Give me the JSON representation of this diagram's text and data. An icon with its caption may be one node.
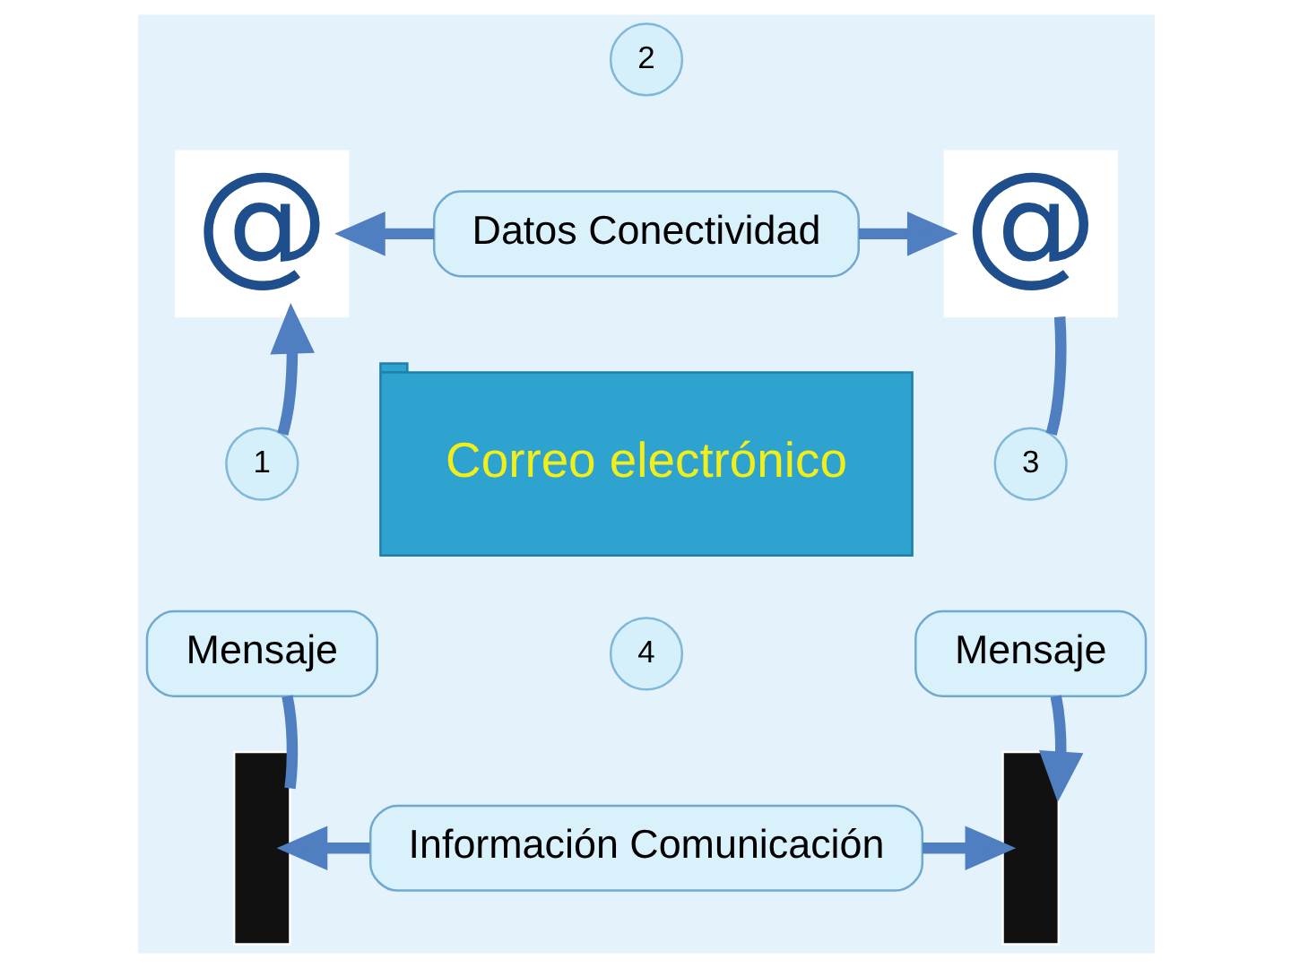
{
  "diagram": {
    "nodes": [
      {
        "text": [
          "@"
        ]
      },
      {
        "text": [
          "2"
        ]
      },
      {
        "text": [
          "Datos Conectividad"
        ]
      },
      {
        "text": [
          "@"
        ]
      },
      {
        "text": [
          "3"
        ]
      },
      {
        "text": [
          "Mensaje"
        ]
      },
      {
        "text": [
          "1"
        ]
      },
      {
        "text": [
          "Mensaje"
        ]
      },
      {
        "text": [
          "Correo electrónico"
        ]
      },
      {
        "text": [],
        "shape": "person"
      },
      {
        "text": [
          "4"
        ]
      },
      {
        "text": [
          "Información Comunicación"
        ]
      },
      {
        "text": [],
        "shape": "person"
      }
    ],
    "edges": [
      {
        "from": 2,
        "to": 0,
        "arrow": "to"
      },
      {
        "from": 2,
        "to": 3,
        "arrow": "to"
      },
      {
        "from": 3,
        "to": 4,
        "arrow": "none"
      },
      {
        "from": 5,
        "to": 12,
        "arrow": "to"
      },
      {
        "from": 11,
        "to": 9,
        "arrow": "to"
      },
      {
        "from": 11,
        "to": 12,
        "arrow": "to"
      },
      {
        "from": 9,
        "to": 7,
        "arrow": "none"
      },
      {
        "from": 6,
        "to": 0,
        "arrow": "to"
      }
    ]
  }
}
